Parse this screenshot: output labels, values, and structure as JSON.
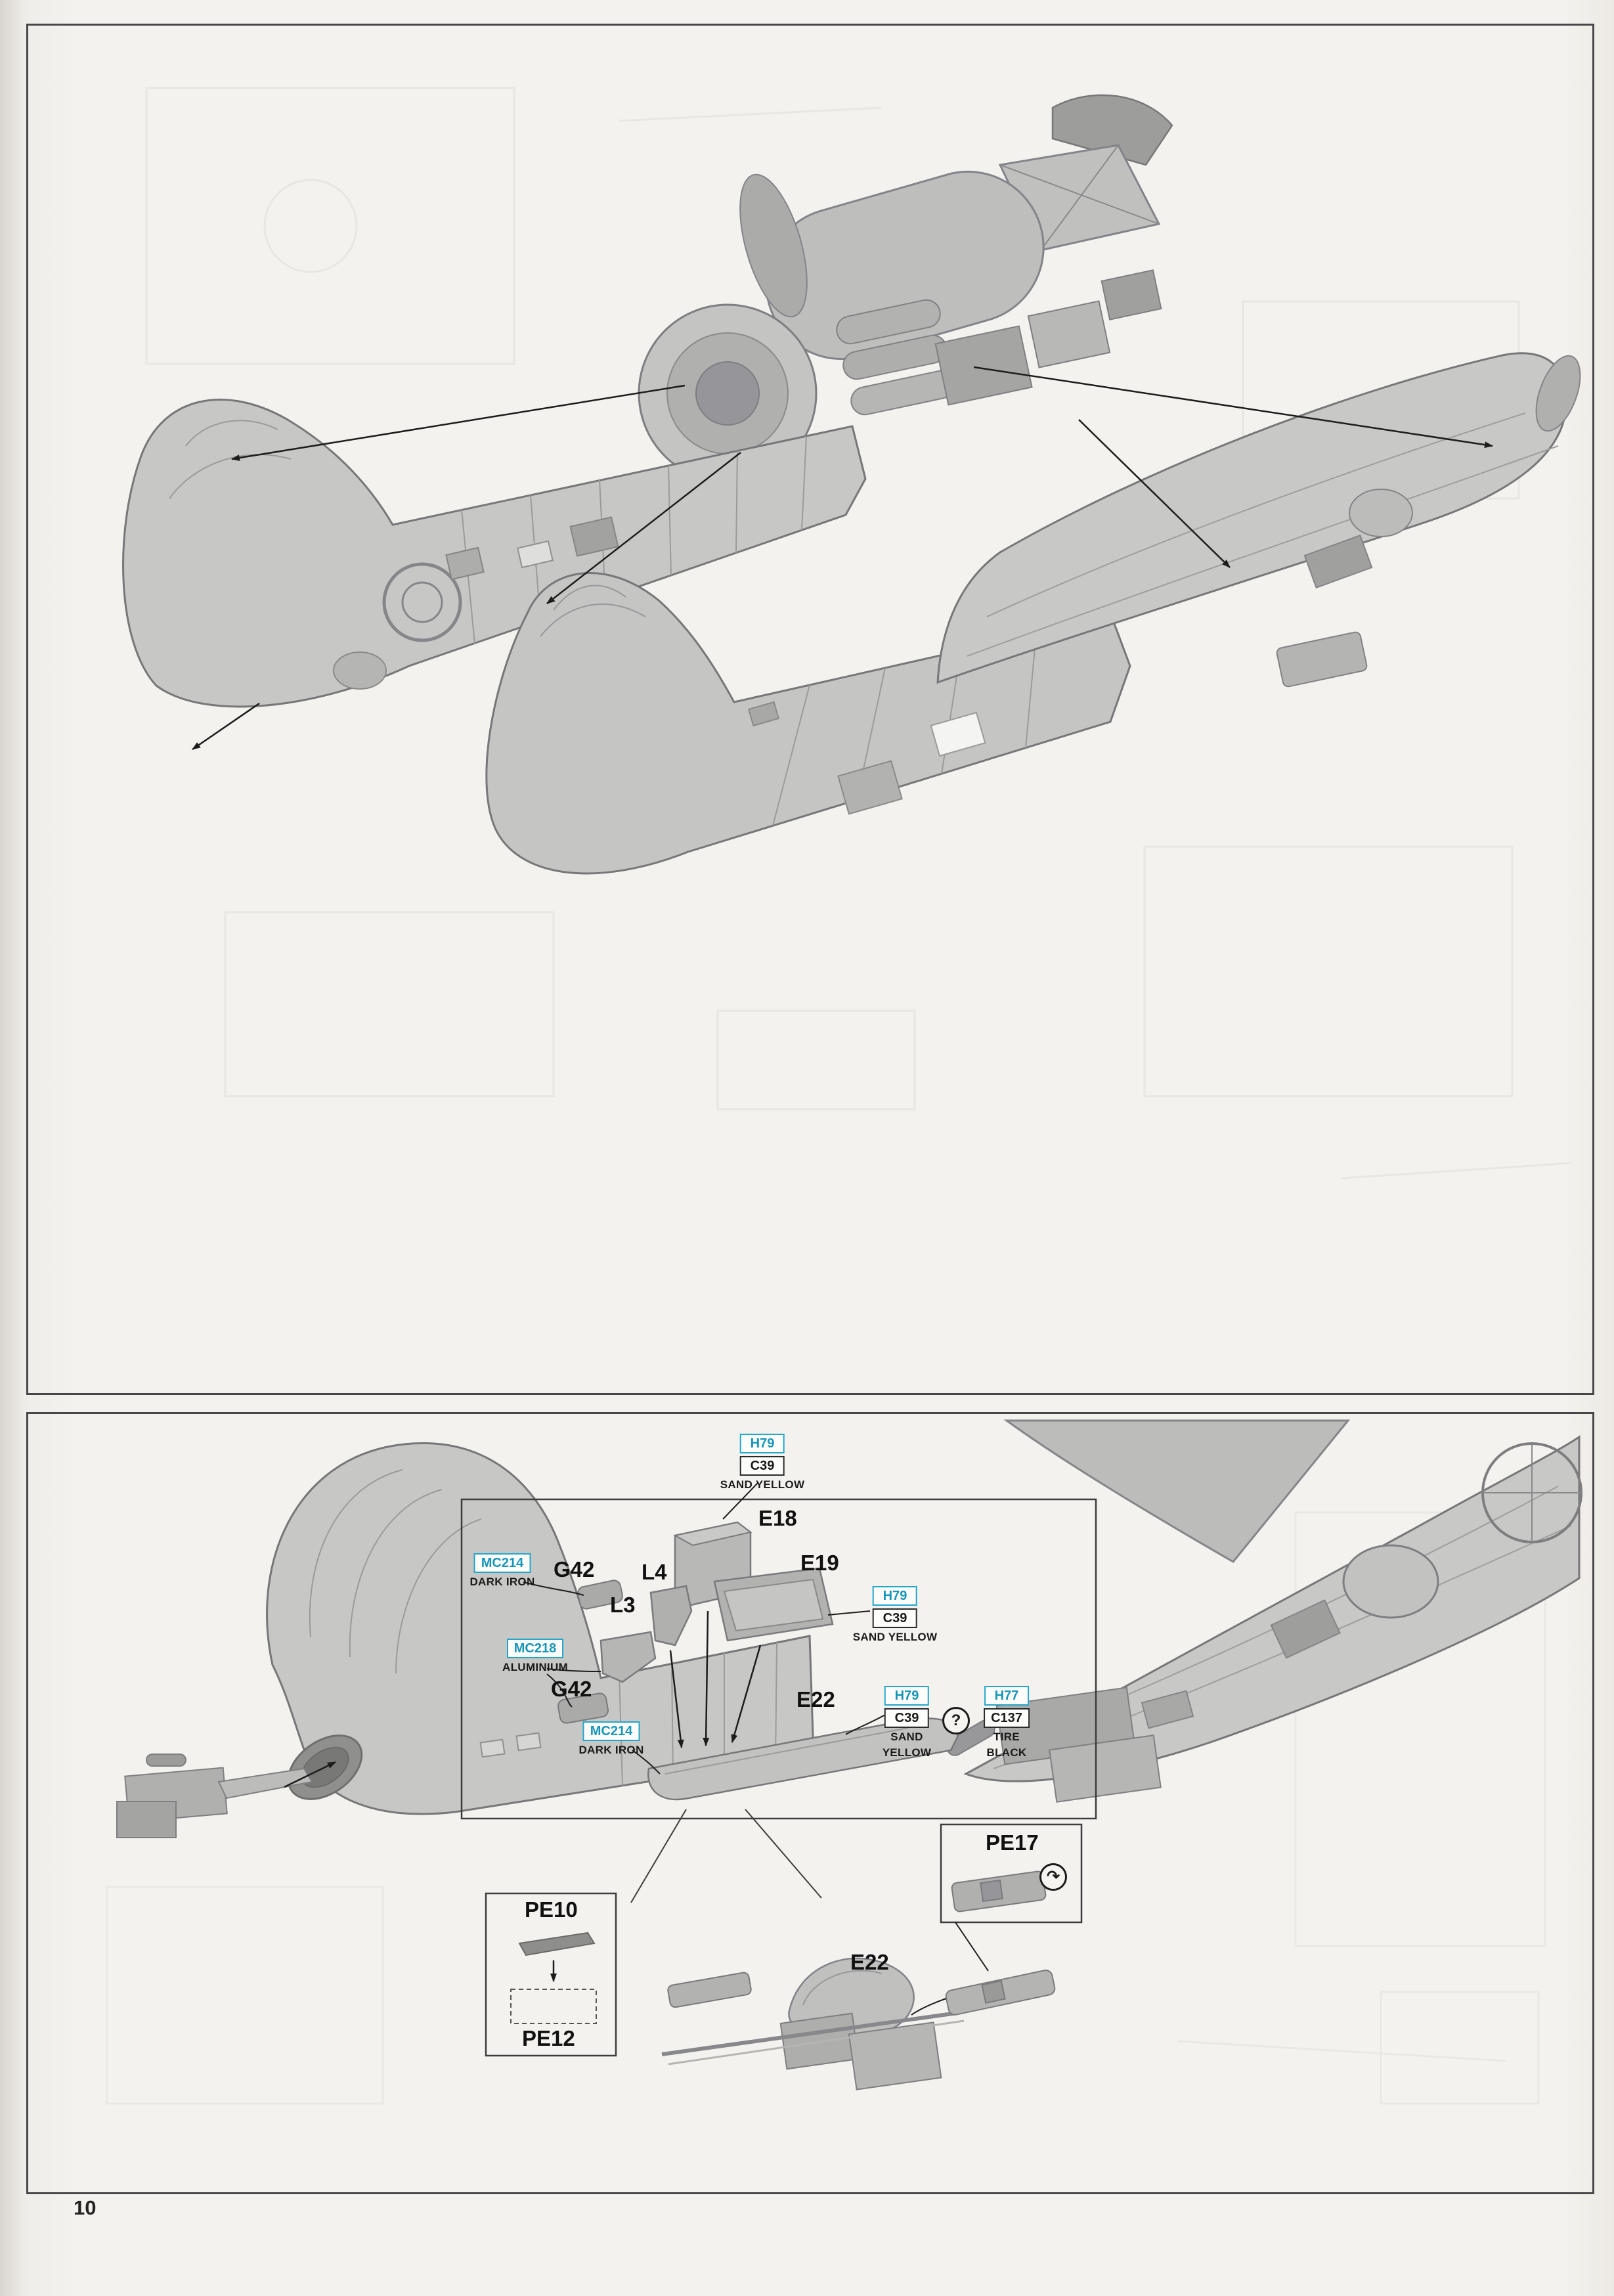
{
  "page": {
    "number": "10"
  },
  "paints": {
    "sand_yellow": {
      "aq": "H79",
      "mr": "C39",
      "name": "SAND YELLOW",
      "l1": "SAND",
      "l2": "YELLOW"
    },
    "tire_black": {
      "aq": "H77",
      "mr": "C137",
      "l1": "TIRE",
      "l2": "BLACK"
    },
    "dark_iron": {
      "mc": "MC214",
      "name": "DARK IRON"
    },
    "aluminium": {
      "mc": "MC218",
      "name": "ALUMINIUM"
    }
  },
  "labels": {
    "e18": "E18",
    "e19": "E19",
    "e22": "E22",
    "g42": "G42",
    "l3": "L3",
    "l4": "L4",
    "pe10": "PE10",
    "pe12": "PE12",
    "pe17": "PE17"
  },
  "symbols": {
    "optional": "?",
    "bend": "↷"
  }
}
